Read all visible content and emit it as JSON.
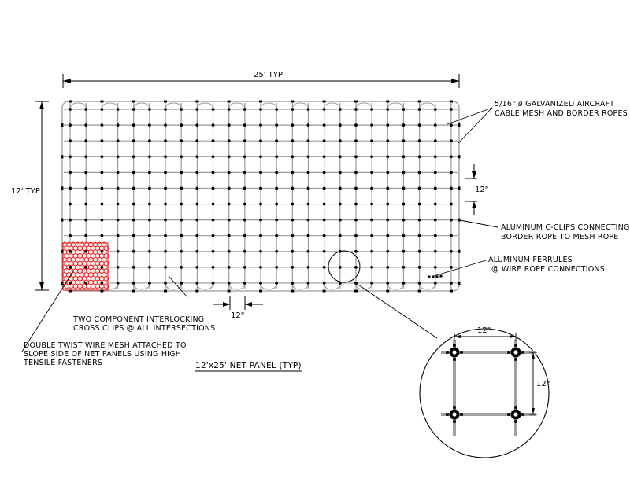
{
  "dimensions": {
    "width_label": "25' TYP",
    "height_label": "12' TYP",
    "mesh_spacing_right": "12\"",
    "mesh_spacing_bottom": "12\""
  },
  "callouts": {
    "cable_line1": "5/16\" ø GALVANIZED AIRCRAFT",
    "cable_line2": "CABLE MESH AND BORDER ROPES",
    "cclips_line1": "ALUMINUM C-CLIPS CONNECTING",
    "cclips_line2": "BORDER ROPE TO MESH ROPE",
    "ferrules_line1": "ALUMINUM FERRULES",
    "ferrules_line2": "@ WIRE ROPE CONNECTIONS",
    "crossclips_line1": "TWO COMPONENT INTERLOCKING",
    "crossclips_line2": "CROSS CLIPS @ ALL INTERSECTIONS",
    "wiremesh_line1": "DOUBLE TWIST WIRE MESH ATTACHED TO",
    "wiremesh_line2": "SLOPE SIDE OF NET PANELS USING HIGH",
    "wiremesh_line3": "TENSILE FASTENERS"
  },
  "title": "12'x25' NET PANEL (TYP)",
  "detail": {
    "horizontal_spacing": "12\"",
    "vertical_spacing": "12\""
  },
  "colors": {
    "line": "#000000",
    "rope": "#9a9a9a",
    "wire_mesh": "#e02020"
  }
}
